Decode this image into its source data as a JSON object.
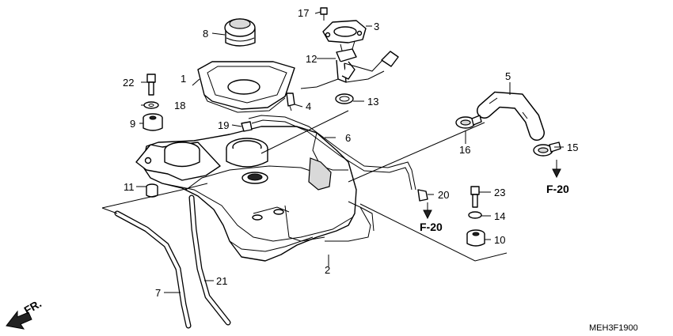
{
  "diagram": {
    "code": "MEH3F1900",
    "orientation_label": "FR.",
    "ref_labels": [
      "F-20",
      "F-20"
    ],
    "callouts": {
      "c1": "1",
      "c2": "2",
      "c3": "3",
      "c4": "4",
      "c5": "5",
      "c6": "6",
      "c7": "7",
      "c8": "8",
      "c9": "9",
      "c10": "10",
      "c11": "11",
      "c12": "12",
      "c13": "13",
      "c14": "14",
      "c15": "15",
      "c16": "16",
      "c17": "17",
      "c18": "18",
      "c19": "19",
      "c20": "20",
      "c21": "21",
      "c22": "22",
      "c23": "23"
    }
  }
}
